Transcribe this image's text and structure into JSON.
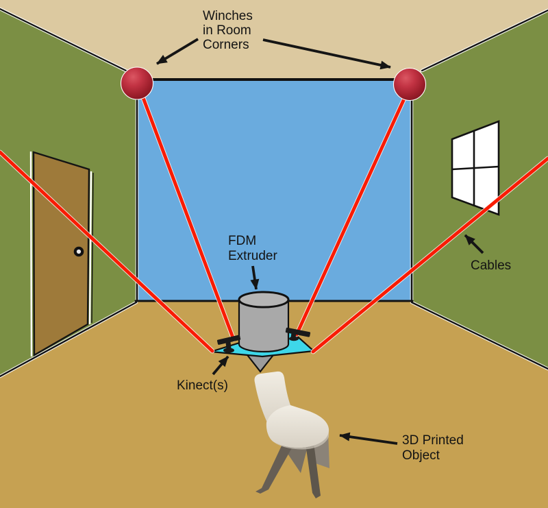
{
  "labels": {
    "winches": {
      "line1": "Winches",
      "line2": "in Room",
      "line3": "Corners"
    },
    "fdm_extruder": {
      "line1": "FDM",
      "line2": "Extruder"
    },
    "kinect": {
      "text": "Kinect(s)"
    },
    "cables": {
      "text": "Cables"
    },
    "printed_object": {
      "line1": "3D Printed",
      "line2": "Object"
    }
  },
  "colors": {
    "ceiling": "#dcc9a0",
    "side_walls": "#7b8f44",
    "back_wall": "#6aabde",
    "floor": "#c6a152",
    "door": "#9e7a3a",
    "door_knob_center": "#e9e9e9",
    "window": "#ffffff",
    "cable": "#f91c04",
    "winch": "#b92b3a",
    "platform": "#3ed7e9",
    "extruder_body": "#a9a9a9",
    "extruder_top": "#b5b5b5",
    "nozzle": "#9c9c9c",
    "kinect_device": "#1a1a1a",
    "outline": "#121212",
    "chair_body": "#e9e4da",
    "chair_legs": "#665e54"
  }
}
